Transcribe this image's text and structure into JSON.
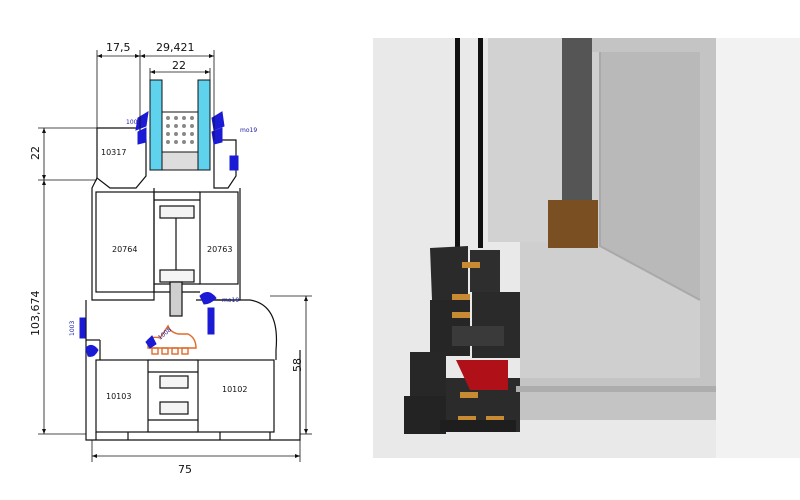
{
  "drawing": {
    "dimensions": {
      "top_left": "17,5",
      "top_right": "29,421",
      "glass_width": "22",
      "left_upper": "22",
      "left_total": "103,674",
      "right_lower": "58",
      "bottom_total": "75"
    },
    "part_labels": {
      "sash_top": "10317",
      "sash_left": "20764",
      "sash_right": "20763",
      "frame_left": "10103",
      "frame_right": "10102"
    },
    "gasket_codes": {
      "left_glazing": "1003",
      "right_glazing": "mo19",
      "right_upper": "mo19",
      "left_frame": "1003",
      "center": "1008"
    },
    "colors": {
      "profile_line": "#111111",
      "glass": "#5fd3ee",
      "gasket": "#1b1bd6",
      "thermal_break": "#e06a2a"
    }
  },
  "render": {
    "background_wall": "#e9e9e9",
    "profile_face": "#bdbdbd",
    "section_dark": "#2a2a2a",
    "insulation": "#c88a33",
    "seal_red": "#b01018"
  }
}
